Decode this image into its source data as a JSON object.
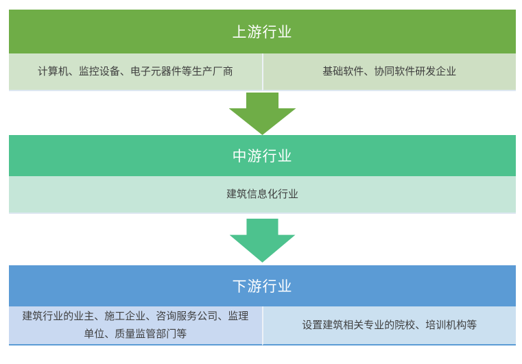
{
  "diagram": {
    "title_semantic": "industry-chain-flow",
    "header_text_color": "#FFFFFF",
    "body_text_color": "#3F3F3F",
    "sections": [
      {
        "title": "上游行业",
        "header_color": "#6FAD47",
        "items": [
          {
            "text": "计算机、监控设备、电子元器件等生产厂商",
            "bg": "#D1E3CA"
          },
          {
            "text": "基础软件、协同软件研发企业",
            "bg": "#CEDFC3"
          }
        ]
      },
      {
        "title": "中游行业",
        "header_color": "#4DC28E",
        "items": [
          {
            "text": "建筑信息化行业",
            "bg": "#C5E6D8"
          }
        ]
      },
      {
        "title": "下游行业",
        "header_color": "#5B9BD5",
        "items": [
          {
            "text": "建筑行业的业主、施工企业、咨询服务公司、监理单位、质量监管部门等",
            "bg": "#C9D9F1"
          },
          {
            "text": "设置建筑相关专业的院校、培训机构等",
            "bg": "#CBE0F0"
          }
        ]
      }
    ],
    "arrows": [
      {
        "name": "upstream-to-midstream",
        "color": "#6FAD47"
      },
      {
        "name": "midstream-to-downstream",
        "color": "#4DC28E"
      }
    ]
  }
}
